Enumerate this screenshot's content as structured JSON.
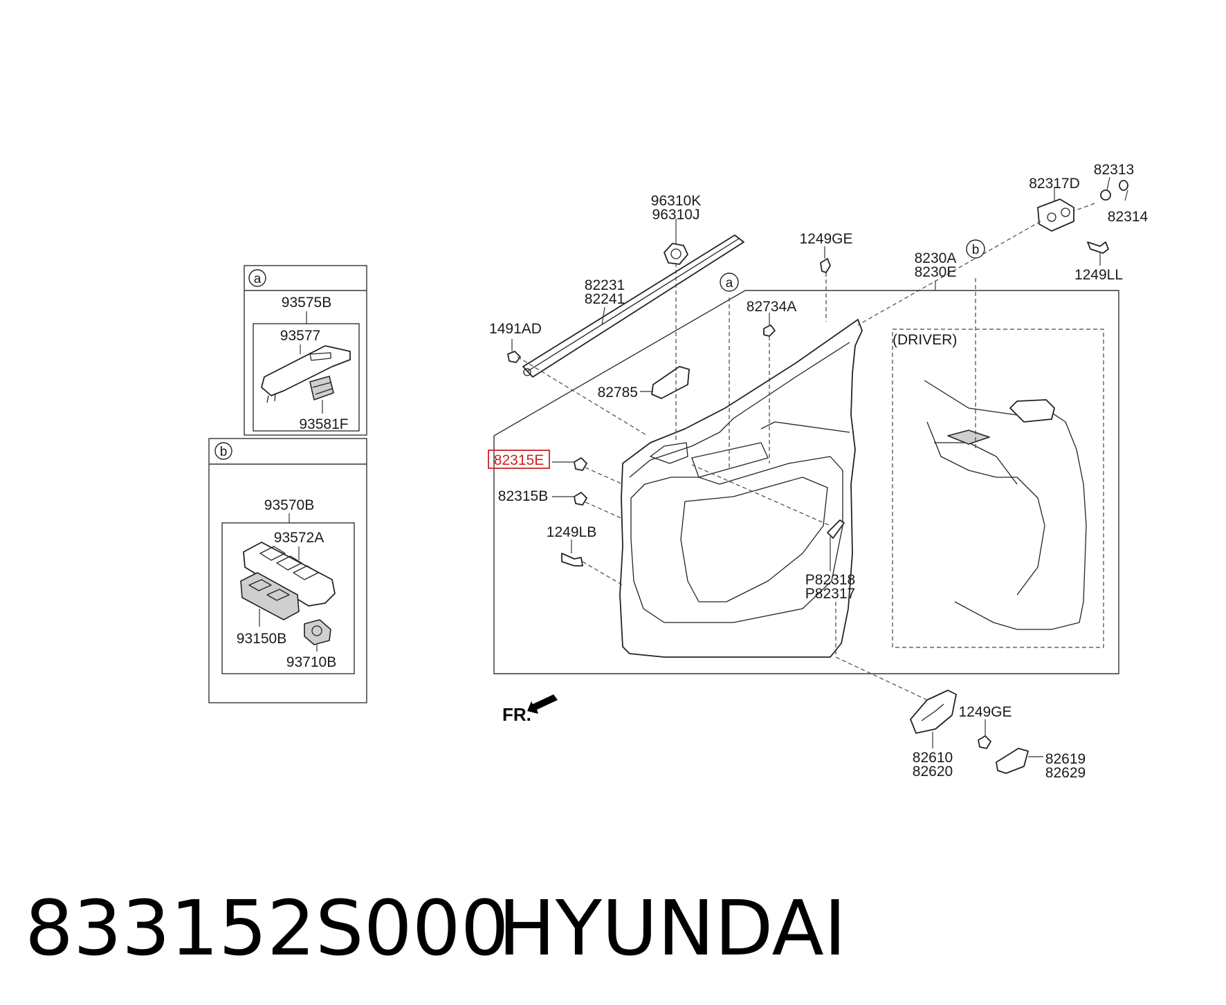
{
  "footer": {
    "part_number": "833152S000",
    "brand": "HYUNDAI"
  },
  "inset_a": {
    "marker": "a",
    "labels": {
      "assy": "93575B",
      "cover": "93577",
      "switch": "93581F"
    }
  },
  "inset_b": {
    "marker": "b",
    "labels": {
      "assy": "93570B",
      "cover": "93572A",
      "switch_main": "93150B",
      "switch_mirror": "93710B"
    }
  },
  "main": {
    "driver_label": "(DRIVER)",
    "fr_label": "FR.",
    "markers": {
      "a": "a",
      "b": "b"
    },
    "labels": {
      "speaker_k": "96310K",
      "speaker_j": "96310J",
      "wstrip_1": "82231",
      "wstrip_2": "82241",
      "fastener_top": "1249GE",
      "panel_a": "8230A",
      "panel_e": "8230E",
      "bracket": "82317D",
      "bolt_1": "82313",
      "bolt_2": "82314",
      "screw": "1249LL",
      "clip_1491": "1491AD",
      "clip_82734": "82734A",
      "cover_82785": "82785",
      "clip_e": "82315E",
      "clip_b": "82315B",
      "screw_lb": "1249LB",
      "p_1": "P82318",
      "p_2": "P82317",
      "fastener_bottom": "1249GE",
      "handle_1": "82610",
      "handle_2": "82620",
      "cap_1": "82619",
      "cap_2": "82629"
    }
  }
}
